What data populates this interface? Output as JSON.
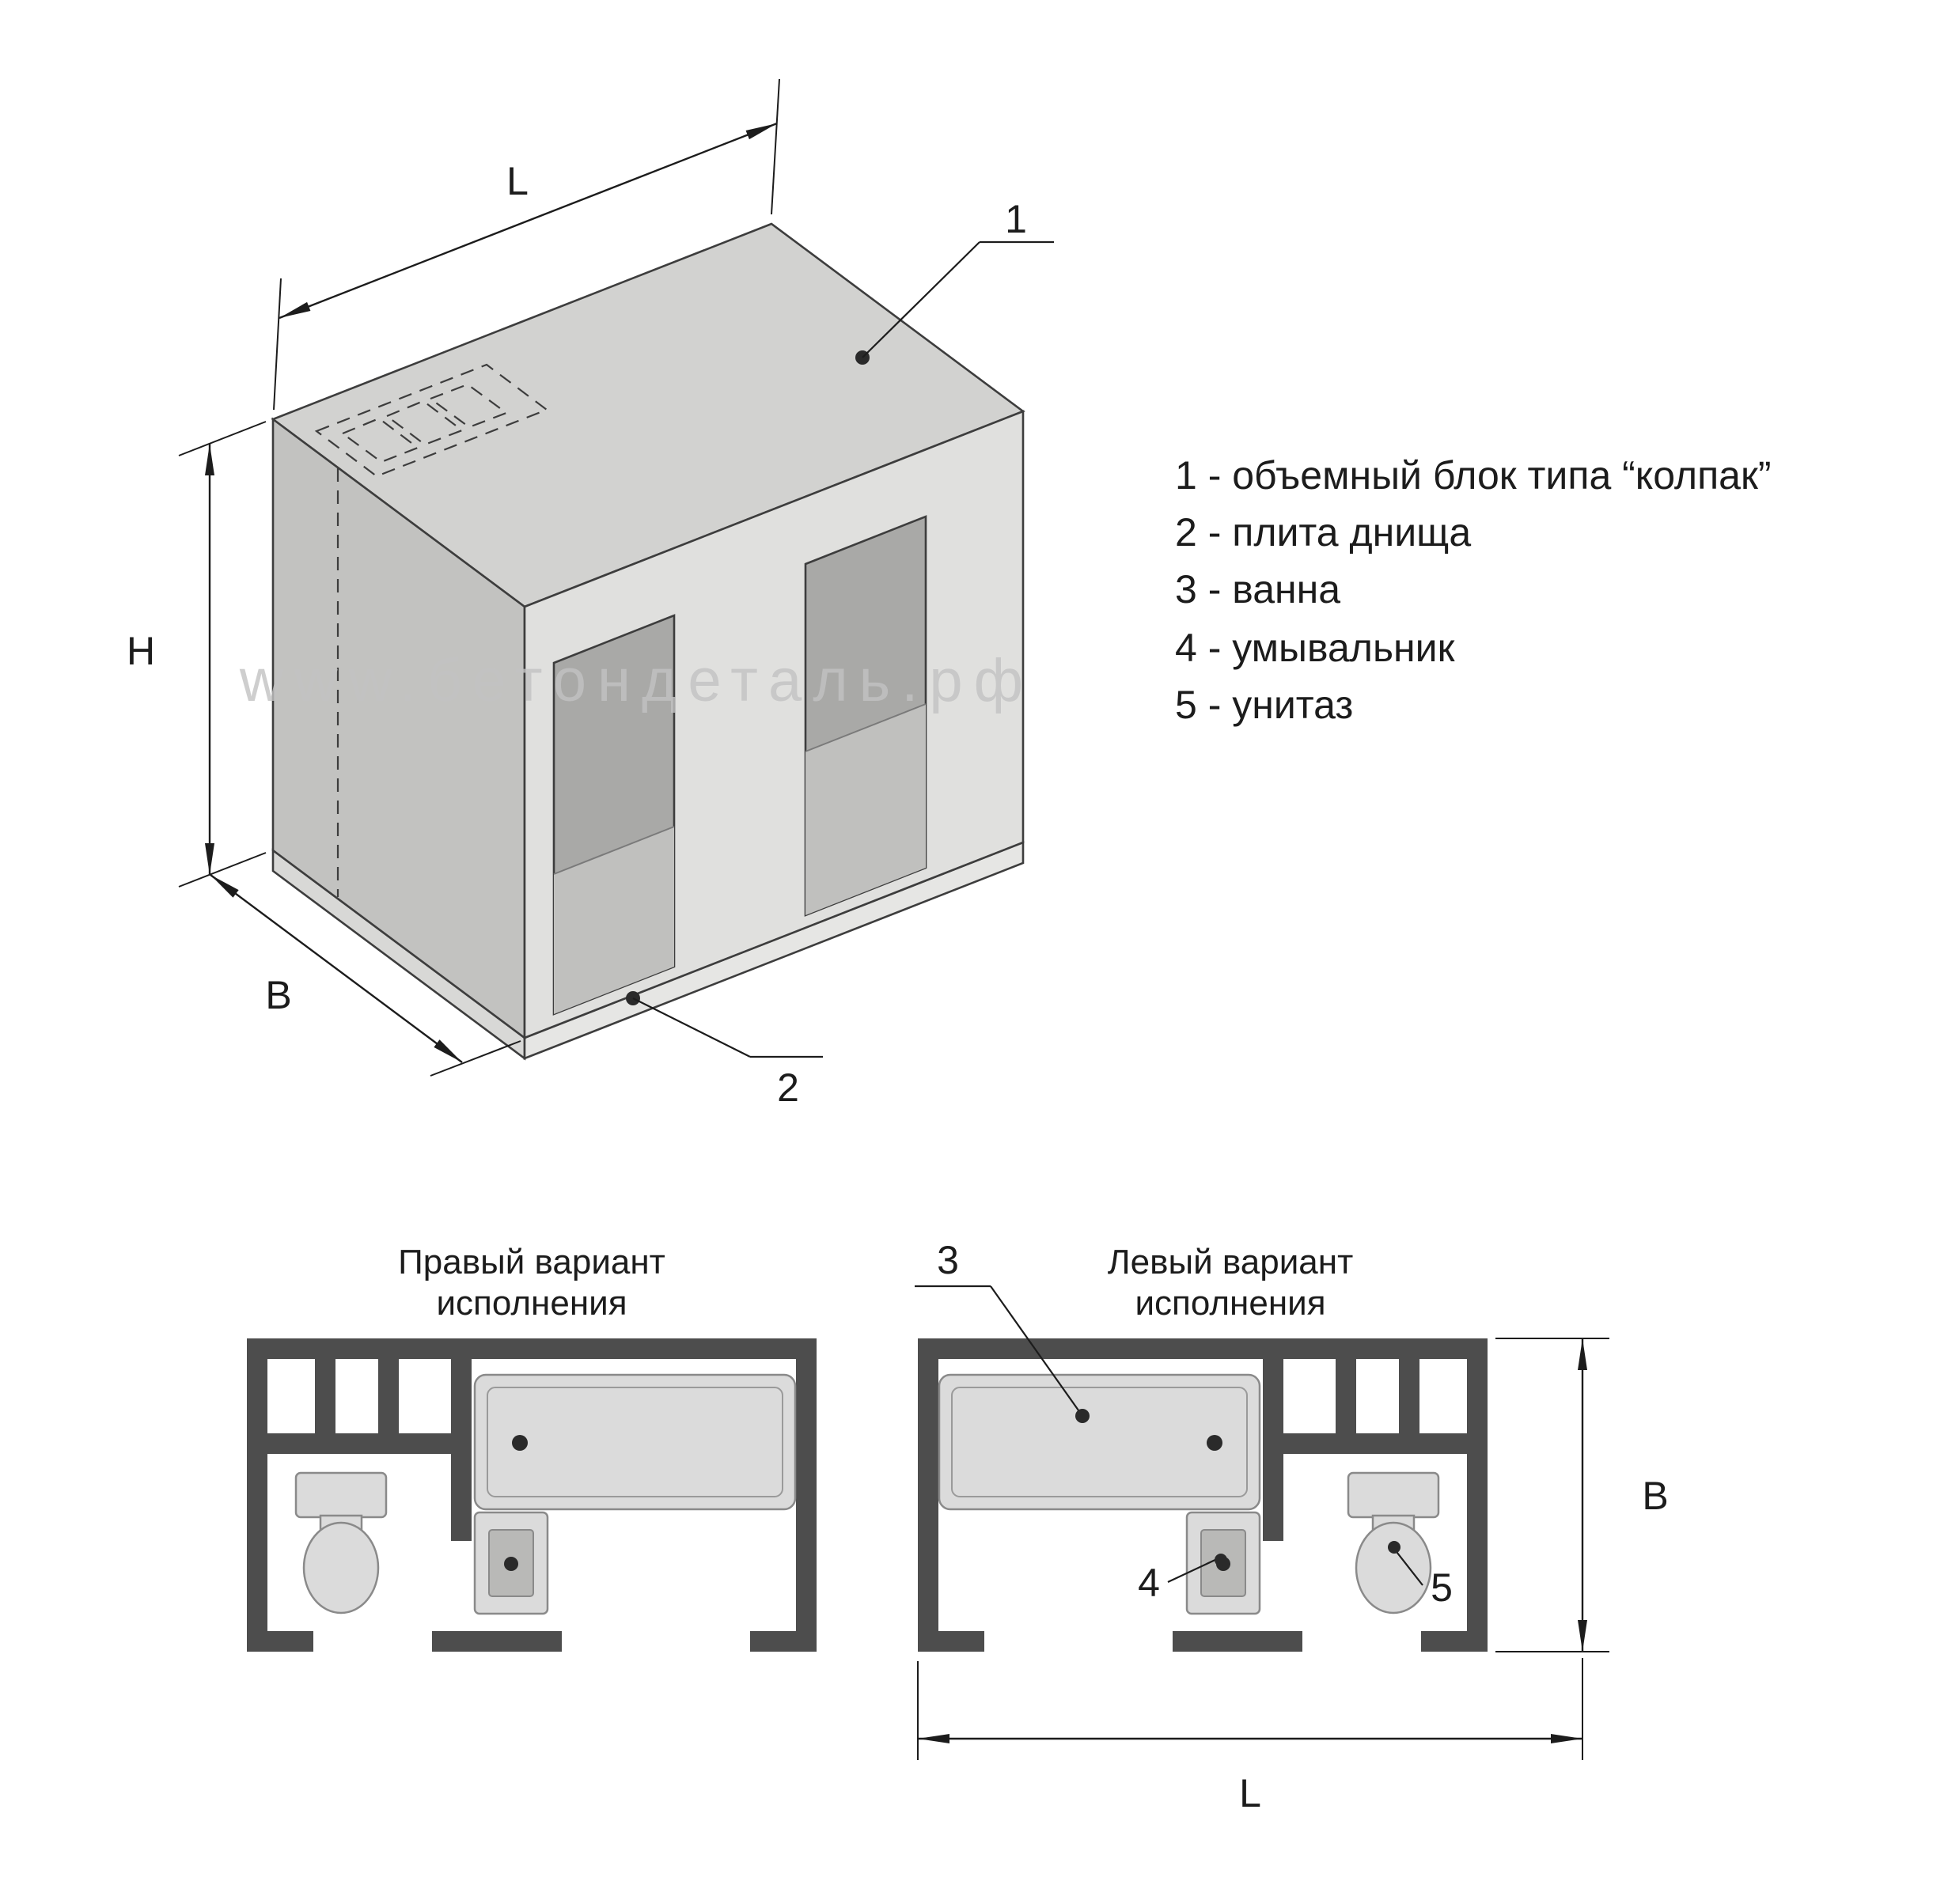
{
  "watermark": "www.бетондеталь.рф",
  "iso_view": {
    "dim_l": "L",
    "dim_h": "H",
    "dim_b": "B",
    "callout_1": "1",
    "callout_2": "2"
  },
  "legend": {
    "item_1": "1 - объемный блок типа “колпак”",
    "item_2": "2 - плита днища",
    "item_3": "3 - ванна",
    "item_4": "4 - умывальник",
    "item_5": "5 - унитаз"
  },
  "plans": {
    "right_variant": {
      "title_line1": "Правый вариант",
      "title_line2": "исполнения"
    },
    "left_variant": {
      "title_line1": "Левый вариант",
      "title_line2": "исполнения"
    },
    "callout_3": "3",
    "callout_4": "4",
    "callout_5": "5",
    "dim_b": "B",
    "dim_l": "L"
  },
  "colors": {
    "wall": "#4d4d4d",
    "face_top": "#d2d2d0",
    "face_left": "#c2c2c0",
    "face_front": "#e0e0de",
    "fixture": "#dbdbdb",
    "watermark": "#c3c3c3",
    "line": "#1c1c1c"
  }
}
